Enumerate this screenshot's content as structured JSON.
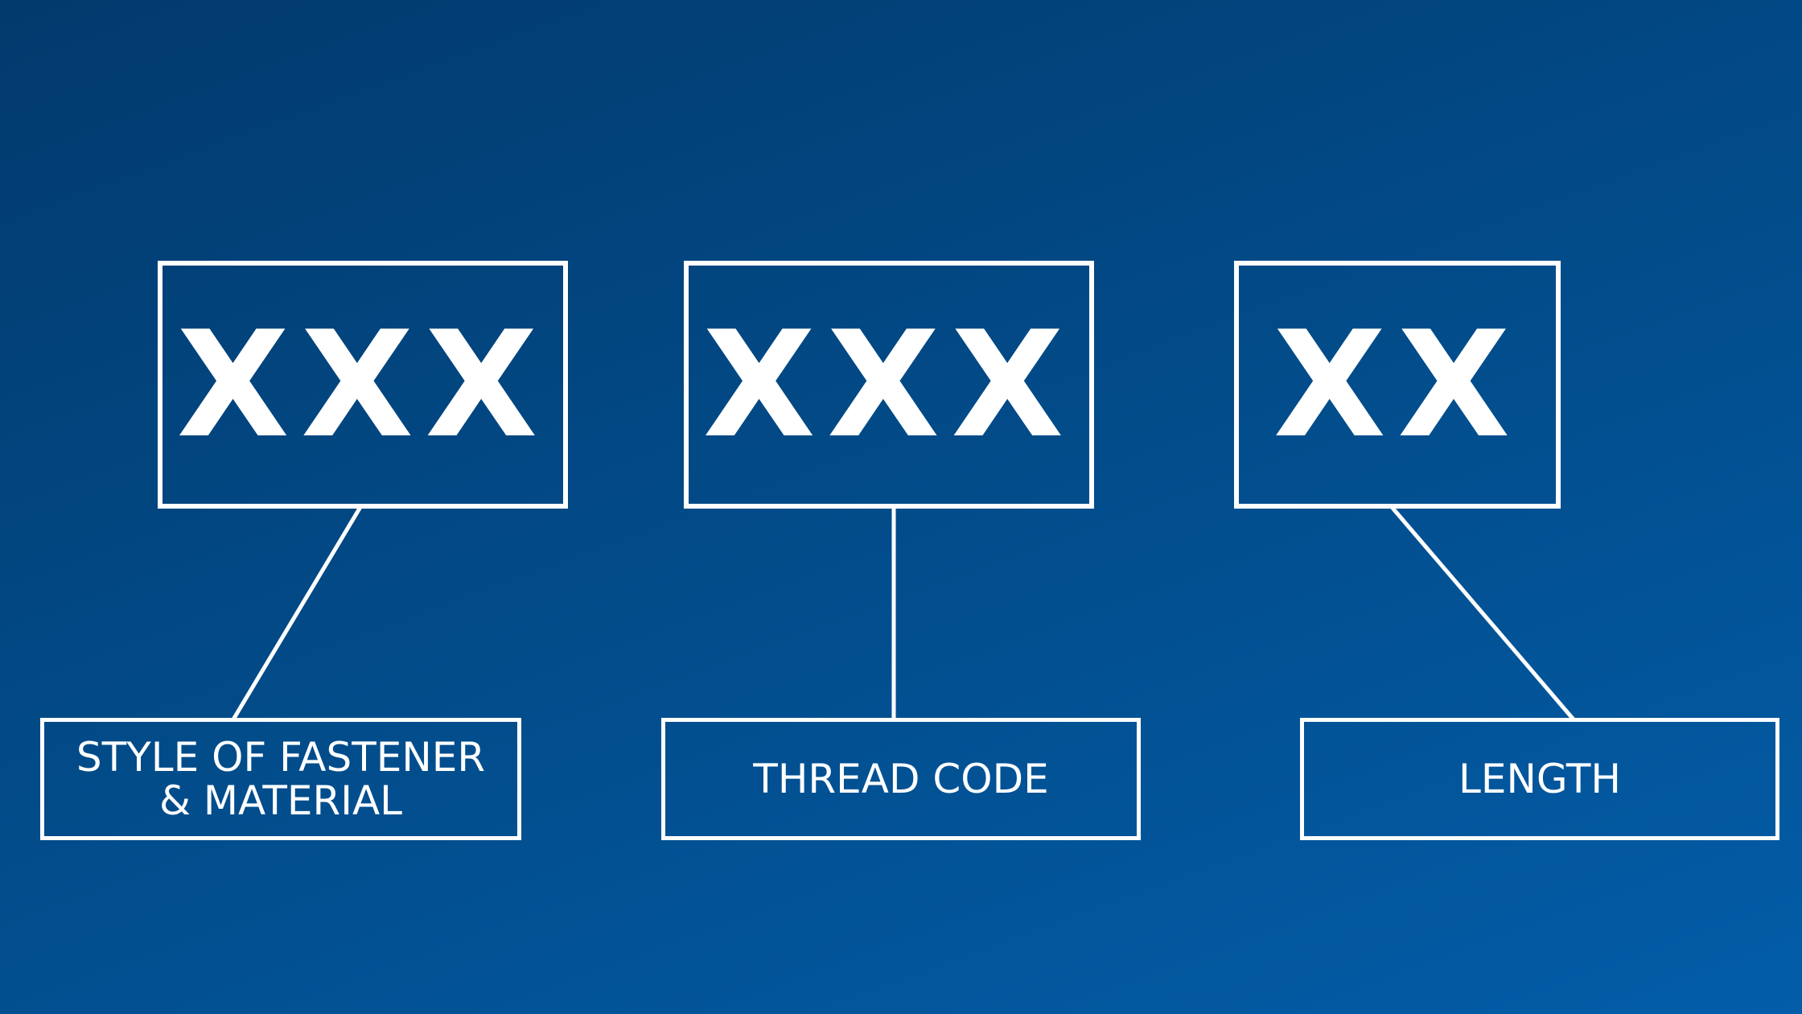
{
  "segments": [
    {
      "code": "XXX",
      "label": "STYLE OF FASTENER\n& MATERIAL"
    },
    {
      "code": "XXX",
      "label": "THREAD CODE"
    },
    {
      "code": "XX",
      "label": "LENGTH"
    }
  ],
  "colors": {
    "background_start": "#023a6d",
    "background_end": "#035da8",
    "stroke": "#ffffff"
  }
}
